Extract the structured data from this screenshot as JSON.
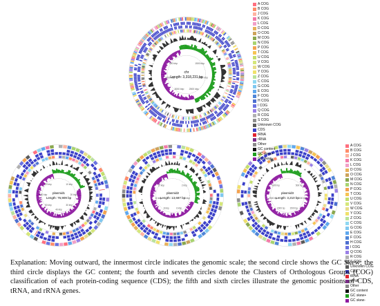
{
  "maps": [
    {
      "id": "chr",
      "name": "chr",
      "length": "Length: 3,318,231 bp",
      "scale_labels": [
        "1500 kbp",
        "2000 kbp",
        "2500 kbp",
        "3000 kbp",
        "1000 kbp",
        "500 kbp"
      ]
    },
    {
      "id": "plasmid1",
      "name": "plasmid1",
      "length": "Length: 76,909 bp",
      "scale_labels": [
        "10 kbp",
        "20 kbp",
        "30 kbp",
        "40 kbp",
        "50 kbp",
        "60 kbp",
        "70 kbp"
      ]
    },
    {
      "id": "plasmid2",
      "name": "plasmid2",
      "length": "Length: 13,687 bp",
      "scale_labels": [
        "2 kbp",
        "4 kbp",
        "6 kbp",
        "8 kbp",
        "10 kbp",
        "12 kbp"
      ]
    },
    {
      "id": "plasmid3",
      "name": "plasmid3",
      "length": "Length: 3,210 bp",
      "scale_labels": [
        "500 bp",
        "1000 bp",
        "1500 bp",
        "2000 bp",
        "2500 bp",
        "3000 bp"
      ]
    }
  ],
  "legend": {
    "items": [
      {
        "label": "A COG",
        "color": "#ff6f7f"
      },
      {
        "label": "B COG",
        "color": "#ff8c69"
      },
      {
        "label": "J COG",
        "color": "#ffb3a0"
      },
      {
        "label": "K COG",
        "color": "#f47aa8"
      },
      {
        "label": "L COG",
        "color": "#f2a0c8"
      },
      {
        "label": "D COG",
        "color": "#e7b15a"
      },
      {
        "label": "O COG",
        "color": "#cda35b"
      },
      {
        "label": "M COG",
        "color": "#8aa84d"
      },
      {
        "label": "N COG",
        "color": "#a8d46f"
      },
      {
        "label": "P COG",
        "color": "#f3a24f"
      },
      {
        "label": "T COG",
        "color": "#f6c453"
      },
      {
        "label": "U COG",
        "color": "#c3df6c"
      },
      {
        "label": "V COG",
        "color": "#d5e77a"
      },
      {
        "label": "W COG",
        "color": "#e7dd8a"
      },
      {
        "label": "Y COG",
        "color": "#f0e16a"
      },
      {
        "label": "Z COG",
        "color": "#b9e29a"
      },
      {
        "label": "C COG",
        "color": "#8fd8f2"
      },
      {
        "label": "G COG",
        "color": "#7fc8f0"
      },
      {
        "label": "E COG",
        "color": "#5fa8ee"
      },
      {
        "label": "F COG",
        "color": "#4f86d8"
      },
      {
        "label": "H COG",
        "color": "#4d6fd0"
      },
      {
        "label": "I COG",
        "color": "#6b73e0"
      },
      {
        "label": "Q COG",
        "color": "#9a80e6"
      },
      {
        "label": "R COG",
        "color": "#b0b0b0"
      },
      {
        "label": "S COG",
        "color": "#8e8e8e"
      },
      {
        "label": "Unknown COG",
        "color": "#5a5a5a"
      },
      {
        "label": "CDS",
        "color": "#3b40c8"
      },
      {
        "label": "tRNA",
        "color": "#e0242e"
      },
      {
        "label": "rRNA",
        "color": "#7a2a88"
      },
      {
        "label": "Other",
        "color": "#8a8a8a"
      },
      {
        "label": "GC content",
        "color": "#111111"
      },
      {
        "label": "GC skew+",
        "color": "#1f9e1f"
      },
      {
        "label": "GC skew-",
        "color": "#8e1aa0"
      }
    ]
  },
  "caption": "Explanation: Moving outward, the innermost circle indicates the genomic scale; the second circle shows the GC Skew; the third circle displays the GC content; the fourth and seventh circles denote the Clusters of Orthologous Groups (COG) classification of each protein-coding sequence (CDS); the fifth and sixth circles illustrate the genomic positions of CDS, tRNA, and rRNA genes."
}
